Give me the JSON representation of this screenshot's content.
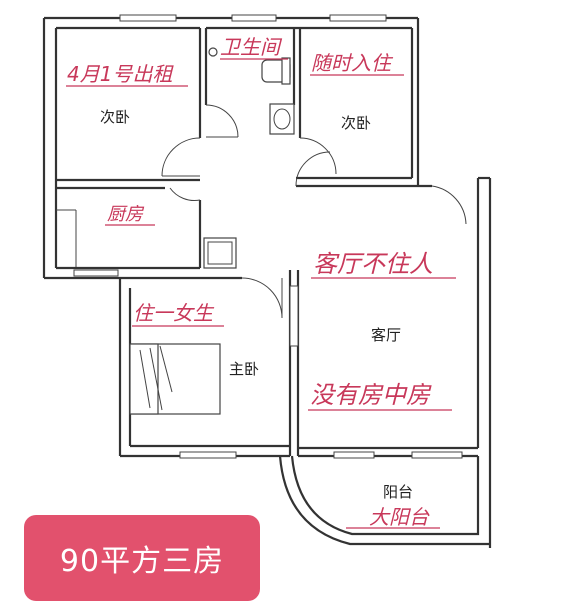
{
  "rooms": {
    "bedroom_1": "次卧",
    "bedroom_2": "次卧",
    "bathroom_note": "卫生间",
    "master_bedroom": "主卧",
    "living_room": "客厅",
    "balcony": "阳台"
  },
  "notes": {
    "rent_date": "4月1号出租",
    "move_in": "随时入住",
    "kitchen": "厨房",
    "living_no_tenant": "客厅不住人",
    "female_tenant": "住一女生",
    "no_partition": "没有房中房",
    "big_balcony": "大阳台"
  },
  "badge": {
    "text": "90平方三房"
  },
  "colors": {
    "accent": "#c8385a",
    "badge_bg": "#e2516d",
    "wall": "#333333"
  }
}
